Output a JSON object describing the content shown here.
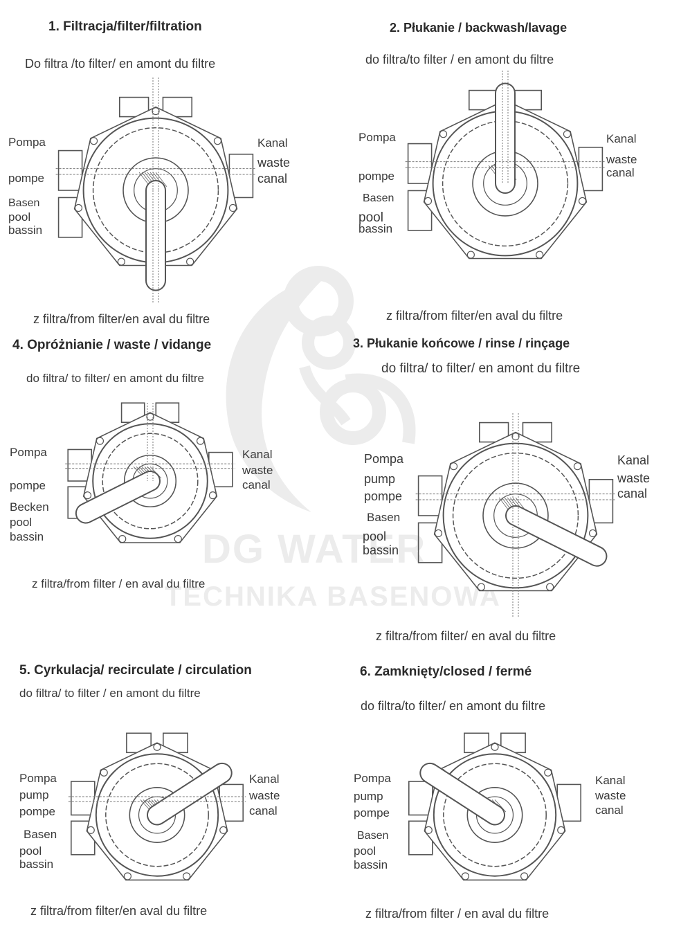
{
  "watermark": {
    "brand": "DG WATER",
    "subtitle": "TECHNIKA BASENOWA",
    "color": "#e6e6e6"
  },
  "panels": [
    {
      "id": "filtration",
      "title": "1. Filtracja/filter/filtration",
      "inflow": "Do filtra /to filter/ en amont du filtre",
      "outflow": "z filtra/from filter/en aval du filtre",
      "left_top": [
        "Pompa",
        "pompe"
      ],
      "left_bottom": [
        "Basen",
        "pool",
        "bassin"
      ],
      "right": [
        "Kanal",
        "waste",
        "canal"
      ],
      "handle": "down"
    },
    {
      "id": "backwash",
      "title": "2. Płukanie / backwash/lavage",
      "inflow": "do filtra/to filter / en amont du filtre",
      "outflow": "z filtra/from filter/en aval du filtre",
      "left_top": [
        "Pompa",
        "pompe"
      ],
      "left_bottom": [
        "Basen",
        "pool",
        "bassin"
      ],
      "right": [
        "Kanal",
        "waste",
        "canal"
      ],
      "handle": "up"
    },
    {
      "id": "waste",
      "title": "4. Opróżnianie / waste / vidange",
      "inflow": "do filtra/ to filter/ en amont du filtre",
      "outflow": "z filtra/from filter / en aval du filtre",
      "left_top": [
        "Pompa",
        "pompe"
      ],
      "left_bottom": [
        "Becken",
        "pool",
        "bassin"
      ],
      "right": [
        "Kanal",
        "waste",
        "canal"
      ],
      "handle": "down-left"
    },
    {
      "id": "rinse",
      "title": "3. Płukanie końcowe / rinse / rinçage",
      "inflow": "do filtra/ to filter/ en amont du filtre",
      "outflow": "z filtra/from filter/ en aval du filtre",
      "left_top": [
        "Pompa",
        "pump",
        "pompe"
      ],
      "left_bottom": [
        "Basen",
        "pool",
        "bassin"
      ],
      "right": [
        "Kanal",
        "waste",
        "canal"
      ],
      "handle": "down-right"
    },
    {
      "id": "recirculate",
      "title": "5. Cyrkulacja/ recirculate / circulation",
      "inflow": "do filtra/ to filter / en amont du filtre",
      "outflow": "z filtra/from filter/en aval du filtre",
      "left_top": [
        "Pompa",
        "pump",
        "pompe"
      ],
      "left_bottom": [
        "Basen",
        "pool",
        "bassin"
      ],
      "right": [
        "Kanal",
        "waste",
        "canal"
      ],
      "handle": "up-right"
    },
    {
      "id": "closed",
      "title": "6. Zamknięty/closed / fermé",
      "inflow": "do filtra/to filter/ en amont du filtre",
      "outflow": "z filtra/from filter / en aval du filtre",
      "left_top": [
        "Pompa",
        "pump",
        "pompe"
      ],
      "left_bottom": [
        "Basen",
        "pool",
        "bassin"
      ],
      "right": [
        "Kanal",
        "waste",
        "canal"
      ],
      "handle": "up-left"
    }
  ]
}
